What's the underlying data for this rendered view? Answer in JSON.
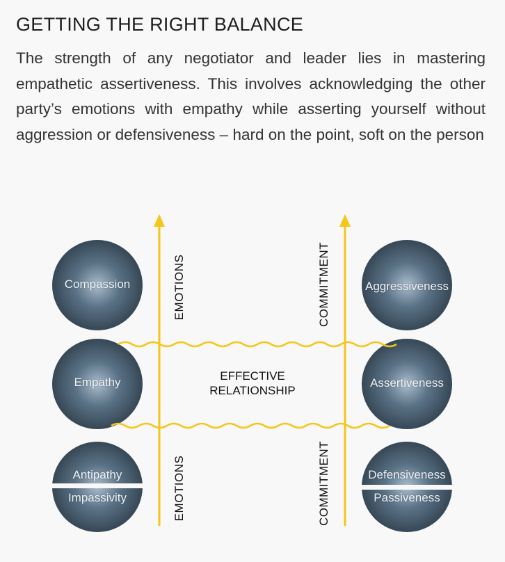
{
  "header": {
    "title": "GETTING THE RIGHT BALANCE",
    "paragraph": "The strength of any negotiator and leader lies in mastering empathetic assertiveness. This involves acknowledging the other party’s emotions with empathy while asserting yourself without aggression or defensiveness – hard on the point, soft on the person"
  },
  "diagram": {
    "left": {
      "top": "Compassion",
      "middle": "Empathy",
      "bottom_upper": "Antipathy",
      "bottom_lower": "Impassivity"
    },
    "right": {
      "top": "Aggressiveness",
      "middle": "Assertiveness",
      "bottom_upper": "Defensiveness",
      "bottom_lower": "Passiveness"
    },
    "axis_left": "EMOTIONS",
    "axis_right": "COMMITMENT",
    "center_line1": "EFFECTIVE",
    "center_line2": "RELATIONSHIP",
    "colors": {
      "accent": "#f5c518",
      "circle": "#3c5266"
    }
  }
}
